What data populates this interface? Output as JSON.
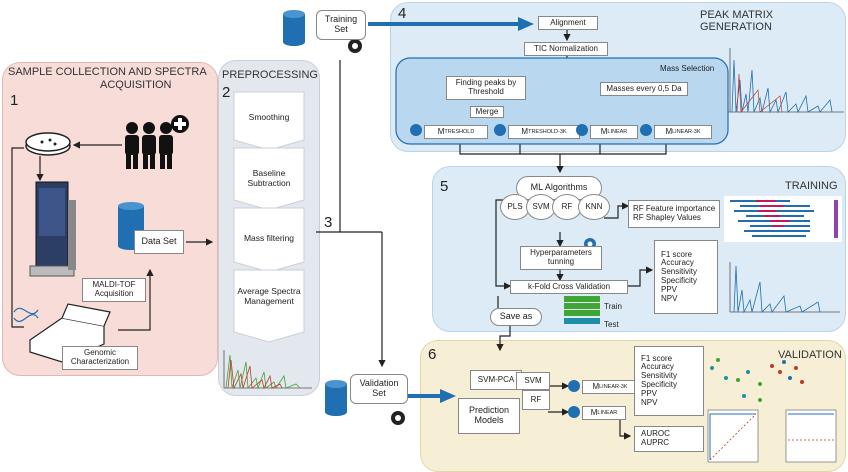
{
  "panels": {
    "sample": {
      "number": "1",
      "title_l1": "SAMPLE COLLECTION AND SPECTRA",
      "title_l2": "ACQUISITION"
    },
    "preprocessing": {
      "number": "2",
      "title": "PREPROCESSING"
    },
    "peak": {
      "number": "4",
      "title": "PEAK MATRIX GENERATION"
    },
    "training": {
      "number": "5",
      "title": "TRAINING"
    },
    "validation": {
      "number": "6",
      "title": "VALIDATION"
    },
    "split": {
      "number": "3"
    }
  },
  "sample": {
    "data_set": "Data Set",
    "maldi_l1": "MALDI-TOF",
    "maldi_l2": "Acquisition",
    "genomic_l1": "Genomic",
    "genomic_l2": "Characterization"
  },
  "preprocessing_steps": [
    "Smoothing",
    "Baseline Subtraction",
    "Mass filtering",
    "Average Spectra Management"
  ],
  "training_set_l1": "Training",
  "training_set_l2": "Set",
  "validation_set_l1": "Validation",
  "validation_set_l2": "Set",
  "peak": {
    "alignment": "Alignment",
    "tic": "TIC Normalization",
    "mass_selection": "Mass Selection",
    "finding_l1": "Finding peaks by",
    "finding_l2": "Threshold",
    "merge": "Merge",
    "masses": "Masses every 0,5 Da",
    "m": "M",
    "sub_threshold": "TRESHOLD",
    "sub_threshold3k": "TRESHOLD-3K",
    "sub_linear": "LINEAR",
    "sub_linear3k": "LINEAR-3K"
  },
  "training": {
    "ml_algorithms": "ML Algorithms",
    "algos": [
      "PLS",
      "SVM",
      "RF",
      "KNN"
    ],
    "hyper_l1": "Hyperparameters",
    "hyper_l2": "tunning",
    "kfold": "k-Fold Cross Validation",
    "rf_importance": "RF Feature importance",
    "rf_shapley": "RF Shapley Values",
    "metrics": [
      "F1 score",
      "Accuracy",
      "Sensitivity",
      "Specificity",
      "PPV",
      "NPV"
    ],
    "train": "Train",
    "test": "Test",
    "save_as": "Save as"
  },
  "validation": {
    "svm_pca": "SVM-PCA",
    "svm": "SVM",
    "rf": "RF",
    "prediction_l1": "Prediction",
    "prediction_l2": "Models",
    "metrics": [
      "F1 score",
      "Accuracy",
      "Sensitivity",
      "Specificity",
      "PPV",
      "NPV"
    ],
    "auroc": "AUROC",
    "auprc": "AUPRC"
  },
  "colors": {
    "accent": "#1f6fb2",
    "train_green": "#3fa535",
    "test_teal": "#1f8fa8",
    "spectra_red": "#c0392b"
  }
}
